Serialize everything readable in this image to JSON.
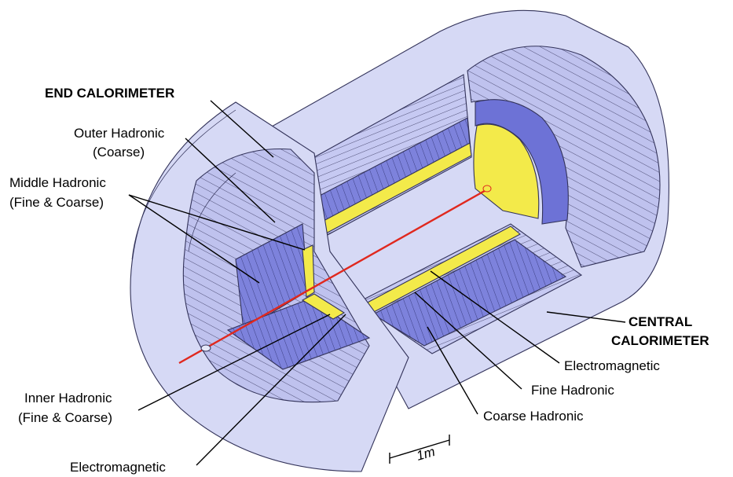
{
  "labels": {
    "end_calorimeter": "END CALORIMETER",
    "outer_hadronic_1": "Outer Hadronic",
    "outer_hadronic_2": "(Coarse)",
    "middle_hadronic_1": "Middle Hadronic",
    "middle_hadronic_2": "(Fine & Coarse)",
    "inner_hadronic_1": "Inner Hadronic",
    "inner_hadronic_2": "(Fine & Coarse)",
    "electromagnetic_end": "Electromagnetic",
    "central_calorimeter_1": "CENTRAL",
    "central_calorimeter_2": "CALORIMETER",
    "electromagnetic_central": "Electromagnetic",
    "fine_hadronic": "Fine Hadronic",
    "coarse_hadronic": "Coarse Hadronic",
    "scale": "1m"
  },
  "colors": {
    "light_shell": "#d6d9f5",
    "mid_shell": "#b4b8ea",
    "dark_module": "#6d72d6",
    "em_yellow": "#f3ea4a",
    "beam_line": "#e0281e",
    "outline": "#33335a"
  },
  "icons": [
    "calorimeter-cutaway-drawing",
    "beam-pipe-line",
    "scale-bar"
  ]
}
